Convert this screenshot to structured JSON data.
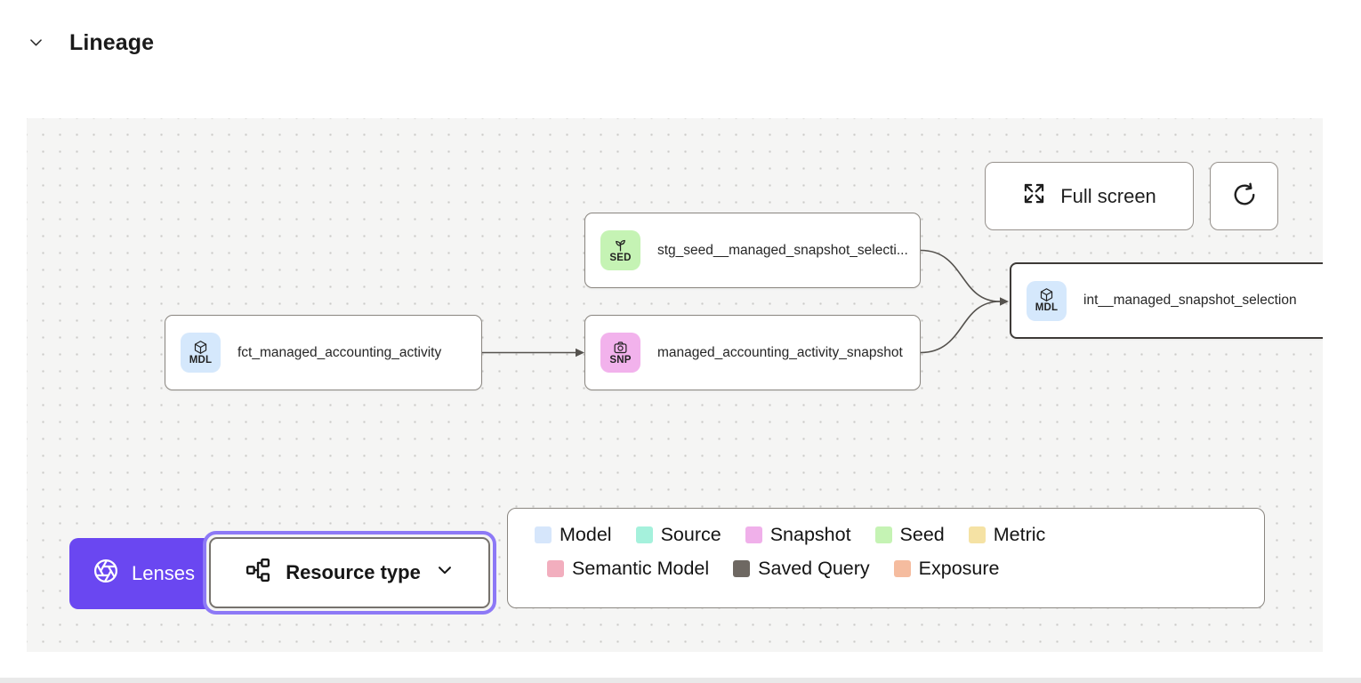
{
  "header": {
    "title": "Lineage"
  },
  "toolbar": {
    "full_screen_label": "Full screen"
  },
  "nodes": [
    {
      "badge": "SED",
      "badge_color": "#c5f3b4",
      "label": "stg_seed__managed_snapshot_selecti..."
    },
    {
      "badge": "MDL",
      "badge_color": "#d5e8fc",
      "label": "fct_managed_accounting_activity"
    },
    {
      "badge": "SNP",
      "badge_color": "#f2b2ec",
      "label": "managed_accounting_activity_snapshot"
    },
    {
      "badge": "MDL",
      "badge_color": "#d5e8fc",
      "label": "int__managed_snapshot_selection"
    }
  ],
  "lenses": {
    "label": "Lenses",
    "color": "#6a47f1"
  },
  "resource_type": {
    "label": "Resource type"
  },
  "legend": {
    "rows": [
      [
        {
          "label": "Model",
          "color": "#d6e6fb"
        },
        {
          "label": "Source",
          "color": "#a5f1dc"
        },
        {
          "label": "Snapshot",
          "color": "#f0b0ea"
        },
        {
          "label": "Seed",
          "color": "#c5f3b4"
        },
        {
          "label": "Metric",
          "color": "#f5e2a4"
        }
      ],
      [
        {
          "label": "Semantic Model",
          "color": "#f2aebe"
        },
        {
          "label": "Saved Query",
          "color": "#6e6862"
        },
        {
          "label": "Exposure",
          "color": "#f5bc9f"
        }
      ]
    ]
  }
}
